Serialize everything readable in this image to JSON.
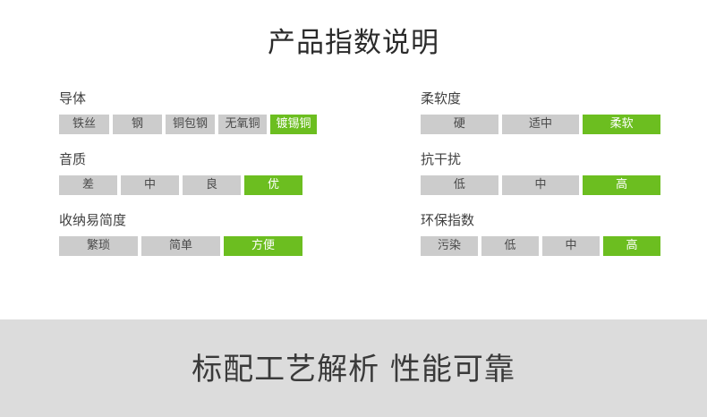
{
  "page": {
    "title": "产品指数说明",
    "background": "#ffffff",
    "accent_color": "#6cbe20",
    "inactive_color": "#cccccc",
    "banner_color": "#dcdcdc"
  },
  "specs": {
    "left_column": [
      {
        "label": "导体",
        "options": [
          {
            "text": "铁丝",
            "active": false
          },
          {
            "text": "钢",
            "active": false
          },
          {
            "text": "铜包钢",
            "active": false
          },
          {
            "text": "无氧铜",
            "active": false
          },
          {
            "text": "镀锡铜",
            "active": true
          }
        ]
      },
      {
        "label": "音质",
        "options": [
          {
            "text": "差",
            "active": false
          },
          {
            "text": "中",
            "active": false
          },
          {
            "text": "良",
            "active": false
          },
          {
            "text": "优",
            "active": true
          }
        ]
      },
      {
        "label": "收纳易简度",
        "options": [
          {
            "text": "繁琐",
            "active": false
          },
          {
            "text": "简单",
            "active": false
          },
          {
            "text": "方便",
            "active": true
          }
        ]
      }
    ],
    "right_column": [
      {
        "label": "柔软度",
        "options": [
          {
            "text": "硬",
            "active": false
          },
          {
            "text": "适中",
            "active": false
          },
          {
            "text": "柔软",
            "active": true
          }
        ]
      },
      {
        "label": "抗干扰",
        "options": [
          {
            "text": "低",
            "active": false
          },
          {
            "text": "中",
            "active": false
          },
          {
            "text": "高",
            "active": true
          }
        ]
      },
      {
        "label": "环保指数",
        "options": [
          {
            "text": "污染",
            "active": false
          },
          {
            "text": "低",
            "active": false
          },
          {
            "text": "中",
            "active": false
          },
          {
            "text": "高",
            "active": true
          }
        ]
      }
    ]
  },
  "banner": {
    "text": "标配工艺解析 性能可靠"
  }
}
